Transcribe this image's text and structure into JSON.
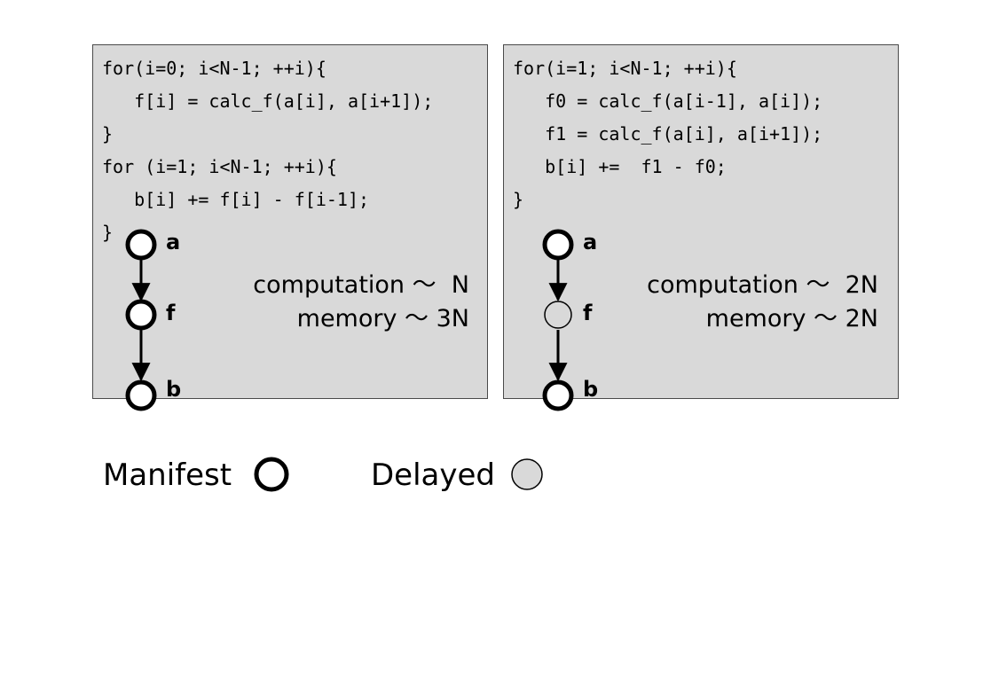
{
  "left_panel": {
    "code_lines": [
      "for(i=0; i<N-1; ++i){",
      "   f[i] = calc_f(a[i], a[i+1]);",
      "}",
      "for (i=1; i<N-1; ++i){",
      "   b[i] += f[i] - f[i-1];",
      "}"
    ],
    "stats": [
      "computation 〜  N",
      "memory 〜 3N"
    ],
    "nodes": [
      {
        "label": "a",
        "kind": "manifest"
      },
      {
        "label": "f",
        "kind": "manifest"
      },
      {
        "label": "b",
        "kind": "manifest"
      }
    ]
  },
  "right_panel": {
    "code_lines": [
      "for(i=1; i<N-1; ++i){",
      "   f0 = calc_f(a[i-1], a[i]);",
      "   f1 = calc_f(a[i], a[i+1]);",
      "   b[i] +=  f1 - f0;",
      "}"
    ],
    "stats": [
      "computation 〜  2N",
      "memory 〜 2N"
    ],
    "nodes": [
      {
        "label": "a",
        "kind": "manifest"
      },
      {
        "label": "f",
        "kind": "delayed"
      },
      {
        "label": "b",
        "kind": "manifest"
      }
    ]
  },
  "legend": {
    "manifest_label": "Manifest",
    "delayed_label": "Delayed"
  },
  "colors": {
    "panel_background": "#d9d9d9",
    "panel_border": "#4a4a4a",
    "manifest_fill": "#ffffff",
    "delayed_fill": "#d9d9d9",
    "stroke": "#000000"
  }
}
